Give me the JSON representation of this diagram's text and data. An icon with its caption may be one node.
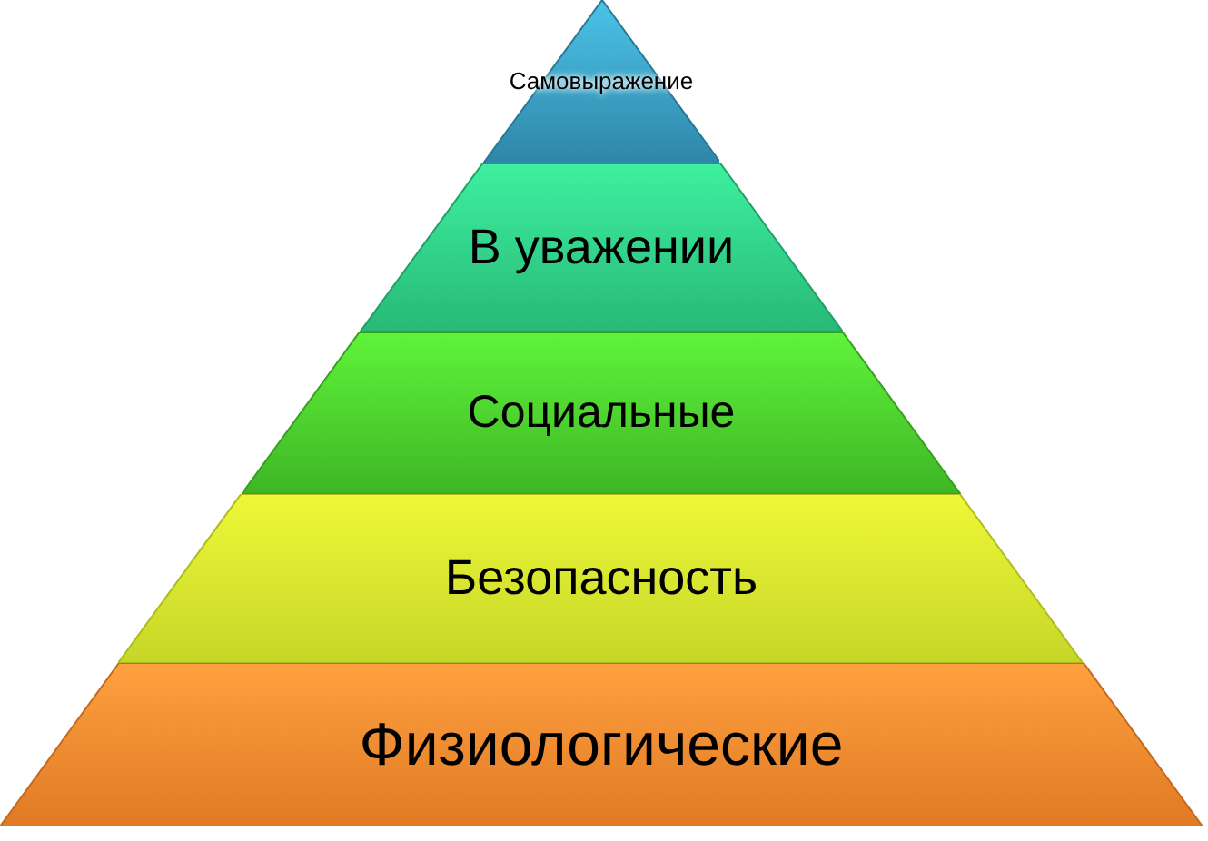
{
  "diagram": {
    "nodes": [
      {
        "text": [
          "Самовыражение"
        ]
      },
      {
        "text": [
          "В уважении"
        ]
      },
      {
        "text": [
          "Социальные"
        ]
      },
      {
        "text": [
          "Безопасность"
        ]
      },
      {
        "text": [
          "Физиологические"
        ]
      }
    ]
  }
}
